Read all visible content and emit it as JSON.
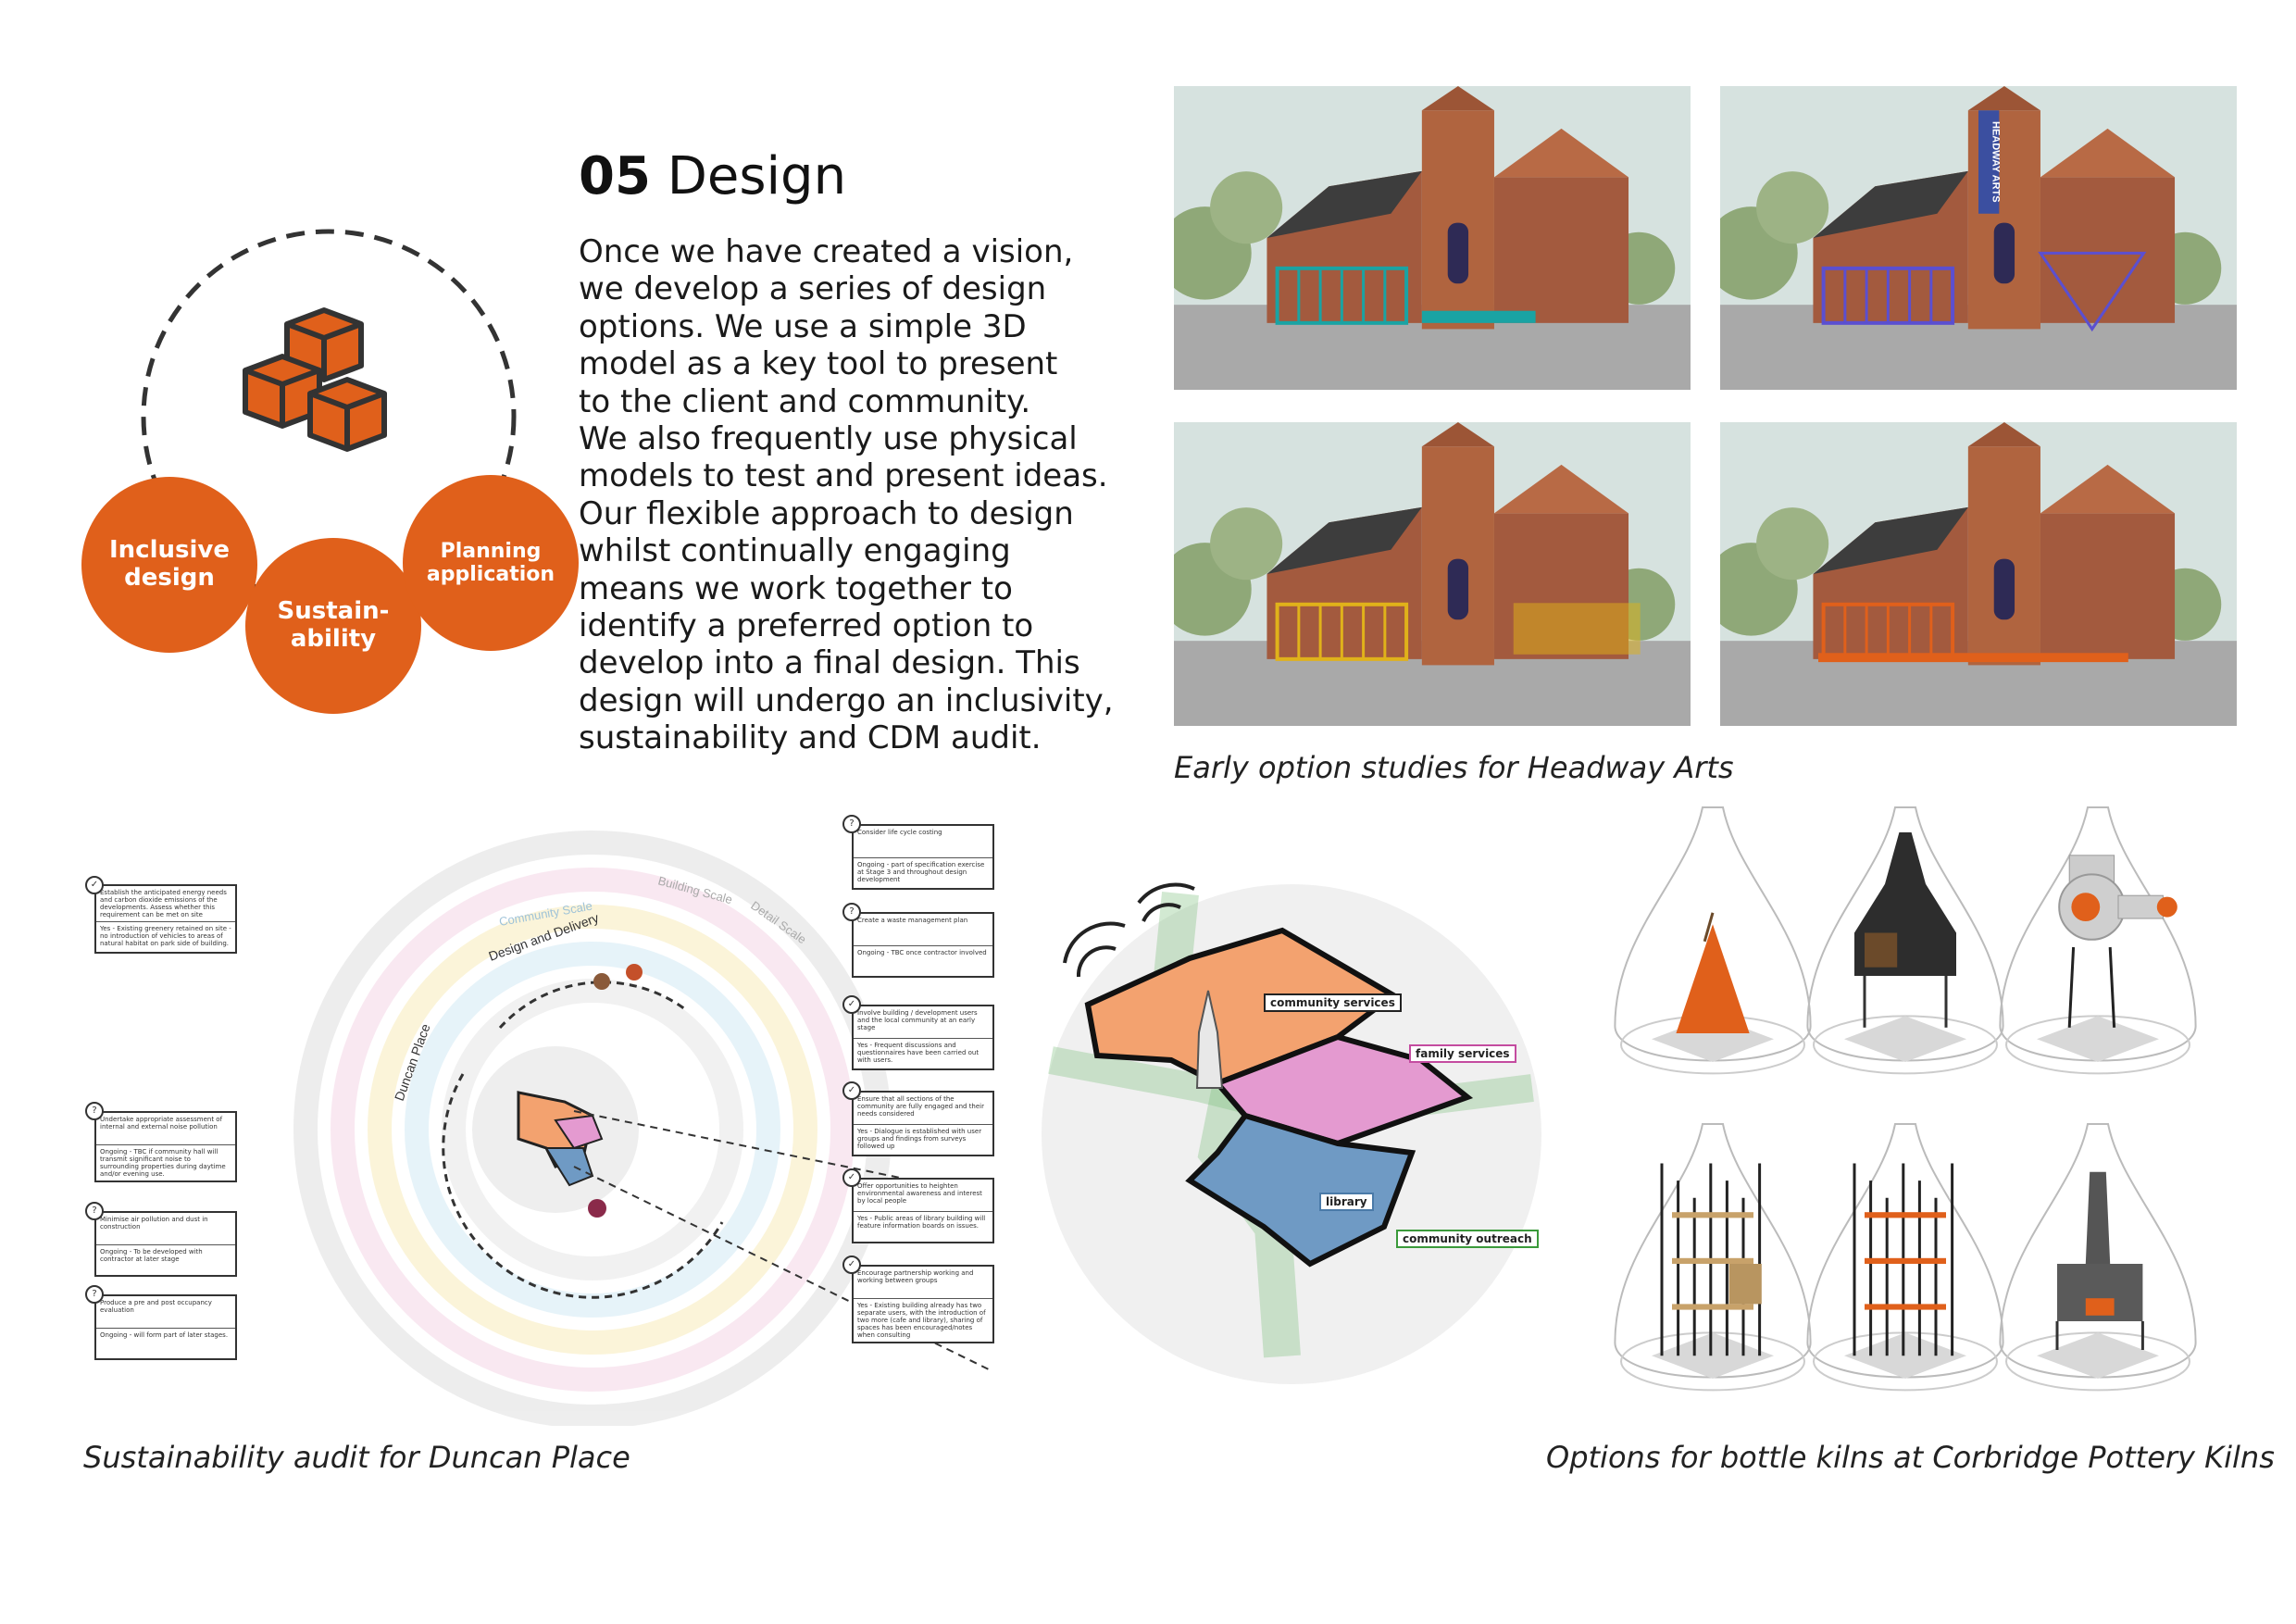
{
  "section": {
    "number": "05",
    "title": "Design"
  },
  "intro_lines": [
    "Once we have created a vision,",
    "we develop a series of design",
    "options. We use a simple 3D",
    "model as a key tool to present",
    "to the client and community.",
    "We also frequently use physical",
    "models to test and present ideas.",
    "Our flexible approach to design",
    "whilst continually engaging",
    "means we work together to",
    "identify a preferred option to",
    "develop into a final design. This",
    "design will undergo an inclusivity,",
    "sustainability and CDM audit."
  ],
  "cycle": {
    "inclusive": [
      "Inclusive",
      "design"
    ],
    "sustain": [
      "Sustain-",
      "ability"
    ],
    "planning": [
      "Planning",
      "application"
    ],
    "accent": "#e0601b"
  },
  "renders": {
    "caption": "Early option studies for Headway Arts",
    "sign_text": "HEADWAY ARTS",
    "accents": [
      "#1aa3a3",
      "#5b4fd0",
      "#e0b21a",
      "#e0601b"
    ]
  },
  "audit": {
    "caption": "Sustainability audit for Duncan Place",
    "ring_labels": [
      "Community Scale",
      "Building Scale",
      "Detail Scale",
      "Design and Delivery",
      "Duncan Place"
    ],
    "zones": [
      "community services",
      "family services",
      "library",
      "community outreach"
    ],
    "notes_left": [
      {
        "q": "Establish the anticipated energy needs and carbon dioxide emissions of the developments. Assess whether this requirement can be met on site",
        "a": "Yes - Existing greenery retained on site - no introduction of vehicles to areas of natural habitat on park side of building."
      },
      {
        "q": "Undertake appropriate assessment of internal and external noise pollution",
        "a": "Ongoing - TBC if community hall will transmit significant noise to surrounding properties during daytime and/or evening use."
      },
      {
        "q": "Minimise air pollution and dust in construction",
        "a": "Ongoing - To be developed with contractor at later stage"
      },
      {
        "q": "Produce a pre and post occupancy evaluation",
        "a": "Ongoing - will form part of later stages."
      }
    ],
    "notes_right": [
      {
        "q": "Consider life cycle costing",
        "a": "Ongoing - part of specification exercise at Stage 3 and throughout design development"
      },
      {
        "q": "Create a waste management plan",
        "a": "Ongoing - TBC once contractor involved"
      },
      {
        "q": "Involve building / development users and the local community at an early stage",
        "a": "Yes - Frequent discussions and questionnaires have been carried out with users."
      },
      {
        "q": "Ensure that all sections of the community are fully engaged and their needs considered",
        "a": "Yes - Dialogue is established with user groups and findings from surveys followed up"
      },
      {
        "q": "Offer opportunities to heighten environmental awareness and interest by local people",
        "a": "Yes - Public areas of library building will feature information boards on issues."
      },
      {
        "q": "Encourage partnership working and working between groups",
        "a": "Yes - Existing building already has two separate users, with the introduction of two more (cafe and library), sharing of spaces has been encouraged/notes when consulting"
      }
    ]
  },
  "kilns": {
    "caption": "Options for bottle kilns at Corbridge Pottery Kilns"
  }
}
